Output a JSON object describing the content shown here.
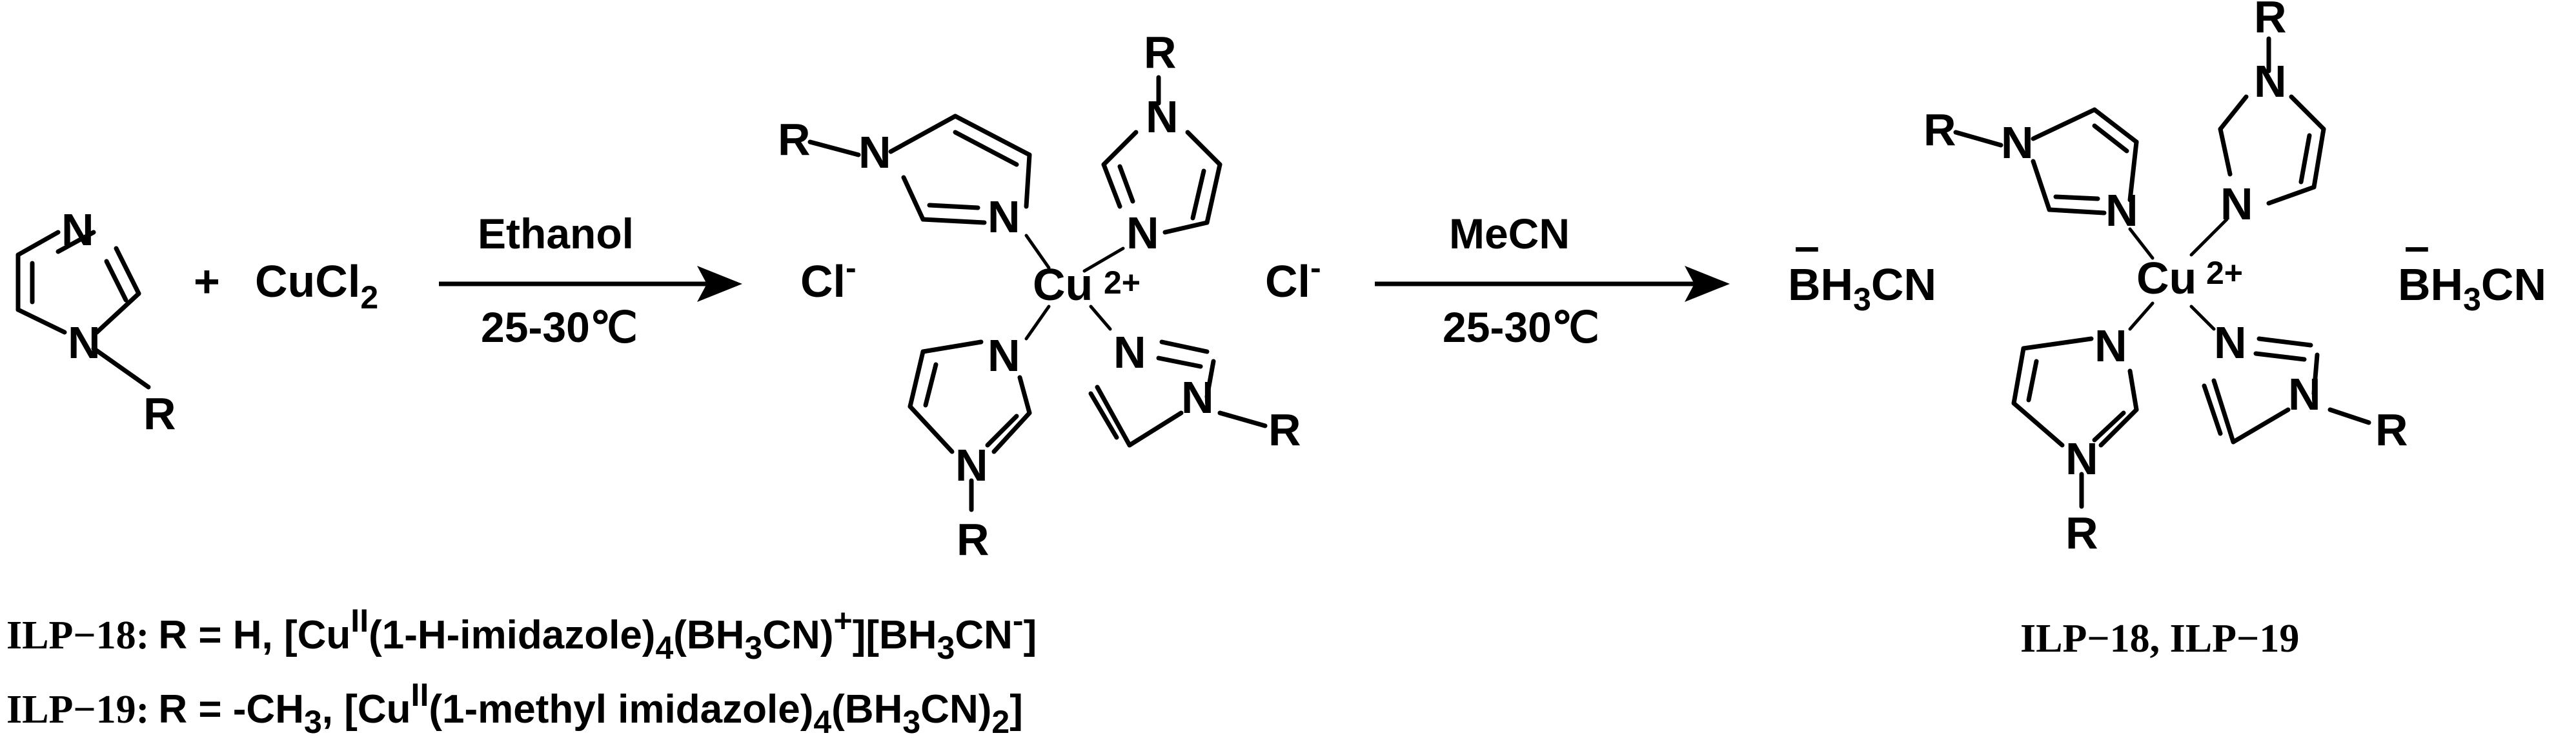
{
  "reactant": {
    "N_top": "N",
    "N_sub": "N",
    "R": "R",
    "plus": "+",
    "cu_main": "CuCl",
    "cu_sub": "2"
  },
  "arrow1": {
    "top": "Ethanol",
    "bottom": "25-30℃"
  },
  "arrow2": {
    "top": "MeCN",
    "bottom": "25-30℃"
  },
  "complex": {
    "N": "N",
    "R": "R",
    "cu": "Cu",
    "charge": "2+"
  },
  "anions1": {
    "left": "Cl",
    "right": "Cl",
    "sup": "-"
  },
  "anions2": {
    "minus": "–",
    "bh": "BH",
    "sub": "3",
    "cn": "CN"
  },
  "legend": {
    "l1_code": "ILP−18:",
    "l1_a": "R = H, [Cu",
    "l1_sup1": "II",
    "l1_b": "(1-H-imidazole)",
    "l1_sub1": "4",
    "l1_c": "(BH",
    "l1_sub2": "3",
    "l1_d": "CN)",
    "l1_sup2": "+",
    "l1_e": "][BH",
    "l1_sub3": "3",
    "l1_f": "CN",
    "l1_sup3": "-",
    "l1_g": "]",
    "l2_code": "ILP−19:",
    "l2_a": "R = -CH",
    "l2_sub1": "3",
    "l2_b": ", [Cu",
    "l2_sup1": "II",
    "l2_c": "(1-methyl imidazole)",
    "l2_sub2": "4",
    "l2_d": "(BH",
    "l2_sub3": "3",
    "l2_e": "CN)",
    "l2_sub4": "2",
    "l2_f": "]",
    "product_label": "ILP−18, ILP−19"
  }
}
